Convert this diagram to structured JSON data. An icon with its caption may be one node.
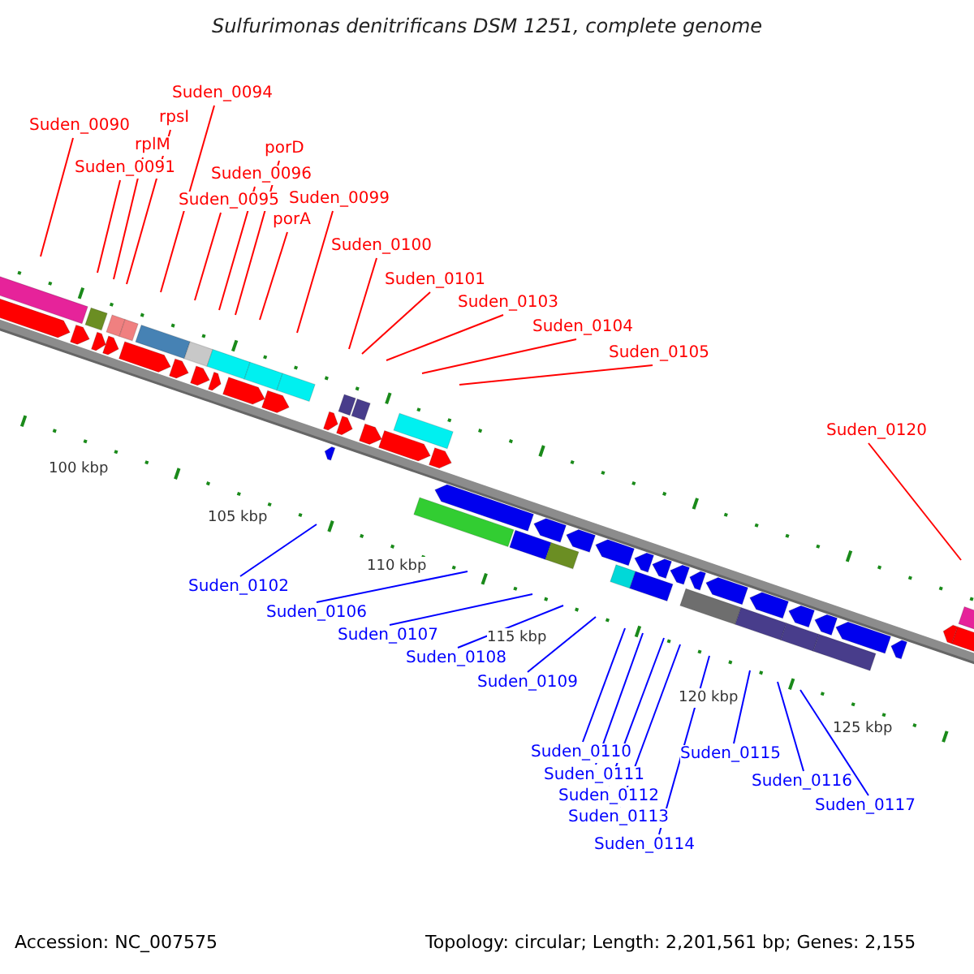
{
  "diagram": {
    "title": "Sulfurimonas denitrificans DSM 1251, complete genome",
    "nodes": [
      {
        "text": [
          "Suden_0090"
        ]
      },
      {
        "text": [
          "Suden_0091"
        ]
      },
      {
        "text": [
          "rplM"
        ]
      },
      {
        "text": [
          "rpsI"
        ]
      },
      {
        "text": [
          "Suden_0094"
        ]
      },
      {
        "text": [
          "Suden_0095"
        ]
      },
      {
        "text": [
          "Suden_0096"
        ]
      },
      {
        "text": [
          "porD"
        ]
      },
      {
        "text": [
          "porA"
        ]
      },
      {
        "text": [
          "Suden_0099"
        ]
      },
      {
        "text": [
          "Suden_0100"
        ]
      },
      {
        "text": [
          "Suden_0101"
        ]
      },
      {
        "text": [
          "Suden_0103"
        ]
      },
      {
        "text": [
          "Suden_0104"
        ]
      },
      {
        "text": [
          "Suden_0105"
        ]
      },
      {
        "text": [
          "Suden_0120"
        ]
      },
      {
        "text": [
          "Suden_0102"
        ]
      },
      {
        "text": [
          "Suden_0106"
        ]
      },
      {
        "text": [
          "Suden_0107"
        ]
      },
      {
        "text": [
          "Suden_0108"
        ]
      },
      {
        "text": [
          "Suden_0109"
        ]
      },
      {
        "text": [
          "Suden_0110"
        ]
      },
      {
        "text": [
          "Suden_0111"
        ]
      },
      {
        "text": [
          "Suden_0112"
        ]
      },
      {
        "text": [
          "Suden_0113"
        ]
      },
      {
        "text": [
          "Suden_0114"
        ]
      },
      {
        "text": [
          "Suden_0115"
        ]
      },
      {
        "text": [
          "Suden_0116"
        ]
      },
      {
        "text": [
          "Suden_0117"
        ]
      }
    ],
    "edges": [
      {
        "from": 0,
        "to": null,
        "arrow": "none"
      },
      {
        "from": 1,
        "to": null,
        "arrow": "none"
      },
      {
        "from": 2,
        "to": null,
        "arrow": "none"
      },
      {
        "from": 3,
        "to": null,
        "arrow": "none"
      },
      {
        "from": 4,
        "to": null,
        "arrow": "none"
      },
      {
        "from": 5,
        "to": null,
        "arrow": "none"
      },
      {
        "from": 6,
        "to": null,
        "arrow": "none"
      },
      {
        "from": 7,
        "to": null,
        "arrow": "none"
      },
      {
        "from": 8,
        "to": null,
        "arrow": "none"
      },
      {
        "from": 9,
        "to": null,
        "arrow": "none"
      },
      {
        "from": 10,
        "to": null,
        "arrow": "none"
      },
      {
        "from": 11,
        "to": null,
        "arrow": "none"
      },
      {
        "from": 12,
        "to": null,
        "arrow": "none"
      },
      {
        "from": 13,
        "to": null,
        "arrow": "none"
      },
      {
        "from": 14,
        "to": null,
        "arrow": "none"
      },
      {
        "from": 15,
        "to": null,
        "arrow": "none"
      },
      {
        "from": 16,
        "to": null,
        "arrow": "none",
        "color": "#0000ff"
      },
      {
        "from": 17,
        "to": null,
        "arrow": "none",
        "color": "#0000ff"
      },
      {
        "from": 18,
        "to": null,
        "arrow": "none",
        "color": "#0000ff"
      },
      {
        "from": 19,
        "to": null,
        "arrow": "none",
        "color": "#0000ff"
      },
      {
        "from": 20,
        "to": null,
        "arrow": "none",
        "color": "#0000ff"
      },
      {
        "from": 21,
        "to": null,
        "arrow": "none",
        "color": "#0000ff"
      },
      {
        "from": 22,
        "to": null,
        "arrow": "none",
        "color": "#0000ff"
      },
      {
        "from": 23,
        "to": null,
        "arrow": "none",
        "color": "#0000ff"
      },
      {
        "from": 24,
        "to": null,
        "arrow": "none",
        "color": "#0000ff"
      },
      {
        "from": 25,
        "to": null,
        "arrow": "none",
        "color": "#0000ff"
      },
      {
        "from": 26,
        "to": null,
        "arrow": "none",
        "color": "#0000ff"
      },
      {
        "from": 27,
        "to": null,
        "arrow": "none",
        "color": "#0000ff"
      },
      {
        "from": 28,
        "to": null,
        "arrow": "none",
        "color": "#0000ff"
      }
    ],
    "labels": [
      "100 kbp",
      "105 kbp",
      "110 kbp",
      "115 kbp",
      "120 kbp",
      "125 kbp",
      "Accession: NC_007575",
      "Topology: circular; Length: 2,201,561 bp; Genes: 2,155"
    ]
  }
}
